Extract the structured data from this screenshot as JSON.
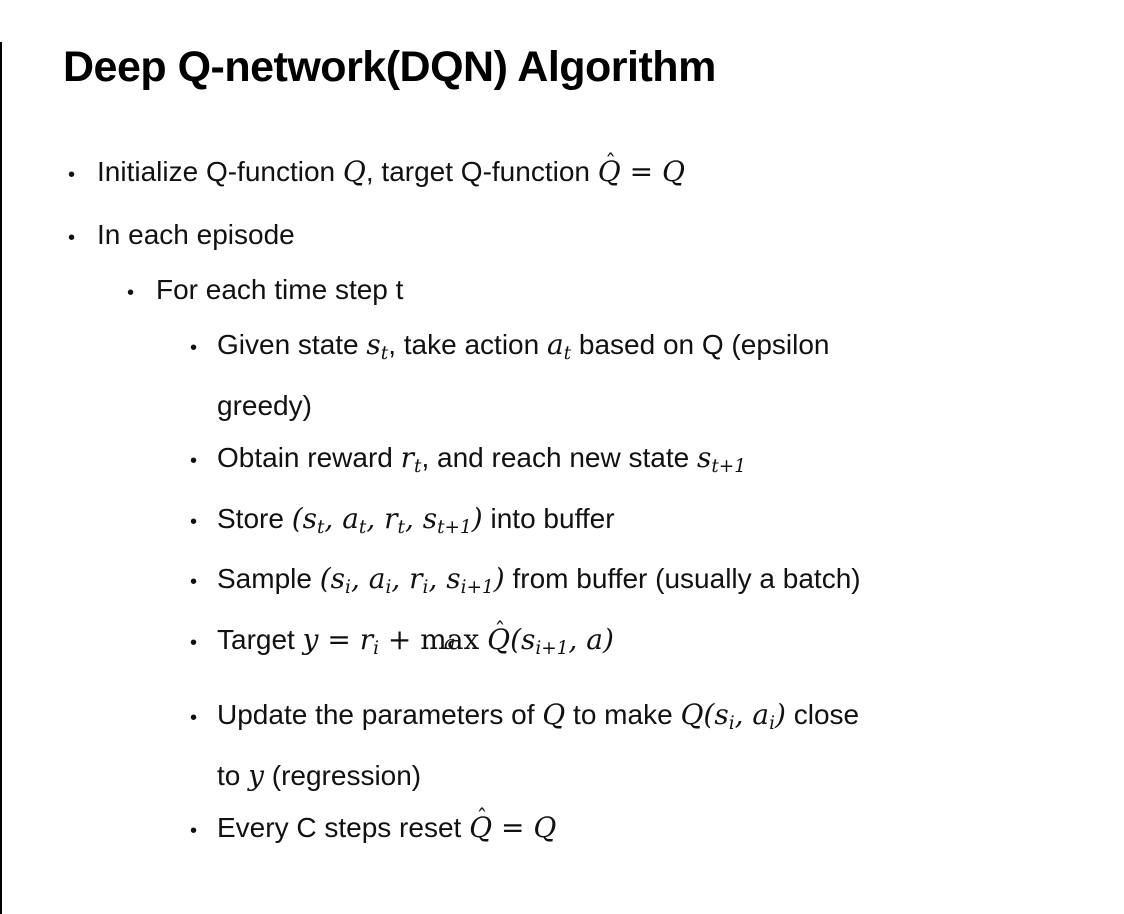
{
  "slide": {
    "title": "Deep Q-network(DQN) Algorithm",
    "bullet_glyph": "•",
    "colors": {
      "background": "#ffffff",
      "text": "#111111",
      "title": "#000000",
      "border": "#000000"
    },
    "bullets": [
      {
        "level": 1,
        "segments": [
          {
            "t": "Initialize Q-function "
          },
          {
            "m": "Q"
          },
          {
            "t": ", target Q-function "
          },
          {
            "h": "Q"
          },
          {
            "m": " = Q"
          }
        ]
      },
      {
        "level": 1,
        "segments": [
          {
            "t": "In each episode"
          }
        ]
      },
      {
        "level": 2,
        "segments": [
          {
            "t": "For each time step t"
          }
        ]
      },
      {
        "level": 3,
        "segments": [
          {
            "t": "Given state "
          },
          {
            "m": "s"
          },
          {
            "s": "t"
          },
          {
            "t": ", take action "
          },
          {
            "m": "a"
          },
          {
            "s": "t"
          },
          {
            "t": " based on Q (epsilon"
          },
          {
            "br": true
          },
          {
            "t": "greedy)"
          }
        ]
      },
      {
        "level": 3,
        "segments": [
          {
            "t": "Obtain reward "
          },
          {
            "m": "r"
          },
          {
            "s": "t"
          },
          {
            "t": ", and reach new state "
          },
          {
            "m": "s"
          },
          {
            "s": "t+1"
          }
        ]
      },
      {
        "level": 3,
        "segments": [
          {
            "t": "Store "
          },
          {
            "m": "(s"
          },
          {
            "s": "t"
          },
          {
            "m": ", a"
          },
          {
            "s": "t"
          },
          {
            "m": ", r"
          },
          {
            "s": "t"
          },
          {
            "m": ", s"
          },
          {
            "s": "t+1"
          },
          {
            "m": ")"
          },
          {
            "t": " into buffer"
          }
        ]
      },
      {
        "level": 3,
        "segments": [
          {
            "t": "Sample "
          },
          {
            "m": "(s"
          },
          {
            "s": "i"
          },
          {
            "m": ", a"
          },
          {
            "s": "i"
          },
          {
            "m": ", r"
          },
          {
            "s": "i"
          },
          {
            "m": ", s"
          },
          {
            "s": "i+1"
          },
          {
            "m": ")"
          },
          {
            "t": " from buffer (usually a batch)"
          }
        ]
      },
      {
        "level": 3,
        "segments": [
          {
            "t": "Target "
          },
          {
            "m": "y = r"
          },
          {
            "s": "i"
          },
          {
            "m": " + "
          },
          {
            "op": "max",
            "under": "a"
          },
          {
            "t": " "
          },
          {
            "h": "Q"
          },
          {
            "m": "(s"
          },
          {
            "s": "i+1"
          },
          {
            "m": ", a)"
          }
        ]
      },
      {
        "level": 3,
        "segments": [
          {
            "t": "Update the parameters of "
          },
          {
            "m": "Q"
          },
          {
            "t": " to make "
          },
          {
            "m": "Q(s"
          },
          {
            "s": "i"
          },
          {
            "m": ", a"
          },
          {
            "s": "i"
          },
          {
            "m": ")"
          },
          {
            "t": " close"
          },
          {
            "br": true
          },
          {
            "t": "to "
          },
          {
            "m": "y"
          },
          {
            "t": " (regression)"
          }
        ]
      },
      {
        "level": 3,
        "segments": [
          {
            "t": "Every C steps reset "
          },
          {
            "h": "Q"
          },
          {
            "m": " = Q"
          }
        ]
      }
    ]
  }
}
